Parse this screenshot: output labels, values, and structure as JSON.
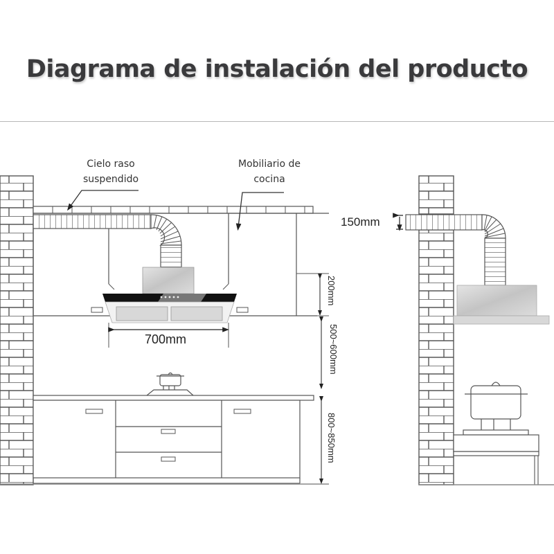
{
  "header": {
    "title": "Diagrama de instalación del producto"
  },
  "front_view": {
    "labels": {
      "ceiling": [
        "Cielo raso",
        "suspendido"
      ],
      "furniture": [
        "Mobiliario de",
        "cocina"
      ]
    },
    "dimensions": {
      "hood_width": "700mm",
      "cabinet_gap": "200mm",
      "hood_to_cooktop": "500~600mm",
      "counter_height": "800~850mm"
    }
  },
  "side_view": {
    "dimensions": {
      "duct_diameter": "150mm"
    }
  },
  "colors": {
    "title": "#3a3a3c",
    "line": "#444444",
    "hood_black": "#111111",
    "hood_steel": "#d4d4d4",
    "divider": "#b8b8b8"
  }
}
